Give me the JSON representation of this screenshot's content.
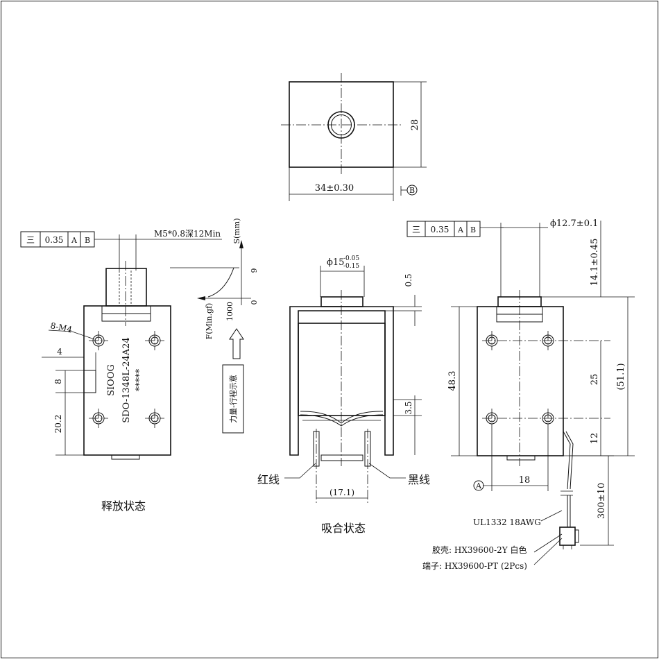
{
  "top_view": {
    "height_dim": "28",
    "width_dim": "34±0.30",
    "datum_b": "B"
  },
  "left_view": {
    "tolerance": {
      "symbol": "三",
      "value": "0.35",
      "datum1": "A",
      "datum2": "B"
    },
    "thread_callout": "M5*0.8深12Min",
    "holes_callout": "8-M4",
    "dim_4": "4",
    "dim_8": "8",
    "dim_20_2": "20.2",
    "brand_marking": "SIOOG",
    "part_number": "SDO-1348L-24A24",
    "stars": "*****",
    "caption": "释放状态"
  },
  "force_graph": {
    "s_axis_label": "S(mm)",
    "s_value": "9",
    "s_zero": "0",
    "f_axis_label": "F(Min.gf)",
    "f_value": "1000",
    "note": "力量-行程示意"
  },
  "center_view": {
    "diameter_main": "ϕ15",
    "diameter_tol_upper": "-0.05",
    "diameter_tol_lower": "-0.15",
    "dim_0_5": "0.5",
    "dim_3_5": "3.5",
    "dim_17_1": "(17.1)",
    "red_wire": "红线",
    "black_wire": "黑线",
    "caption": "吸合状态"
  },
  "right_view": {
    "tolerance": {
      "symbol": "三",
      "value": "0.35",
      "datum1": "A",
      "datum2": "B"
    },
    "diameter_dim": "ϕ12.7±0.1",
    "dim_14_1": "14.1±0.45",
    "dim_48_3": "48.3",
    "dim_25": "25",
    "dim_51_1": "(51.1)",
    "dim_12": "12",
    "dim_18": "18",
    "datum_a": "A",
    "dim_300": "300±10",
    "cable_spec": "UL1332 18AWG",
    "housing_spec": "胶壳: HX39600-2Y 白色",
    "terminal_spec": "端子: HX39600-PT (2Pcs)"
  }
}
